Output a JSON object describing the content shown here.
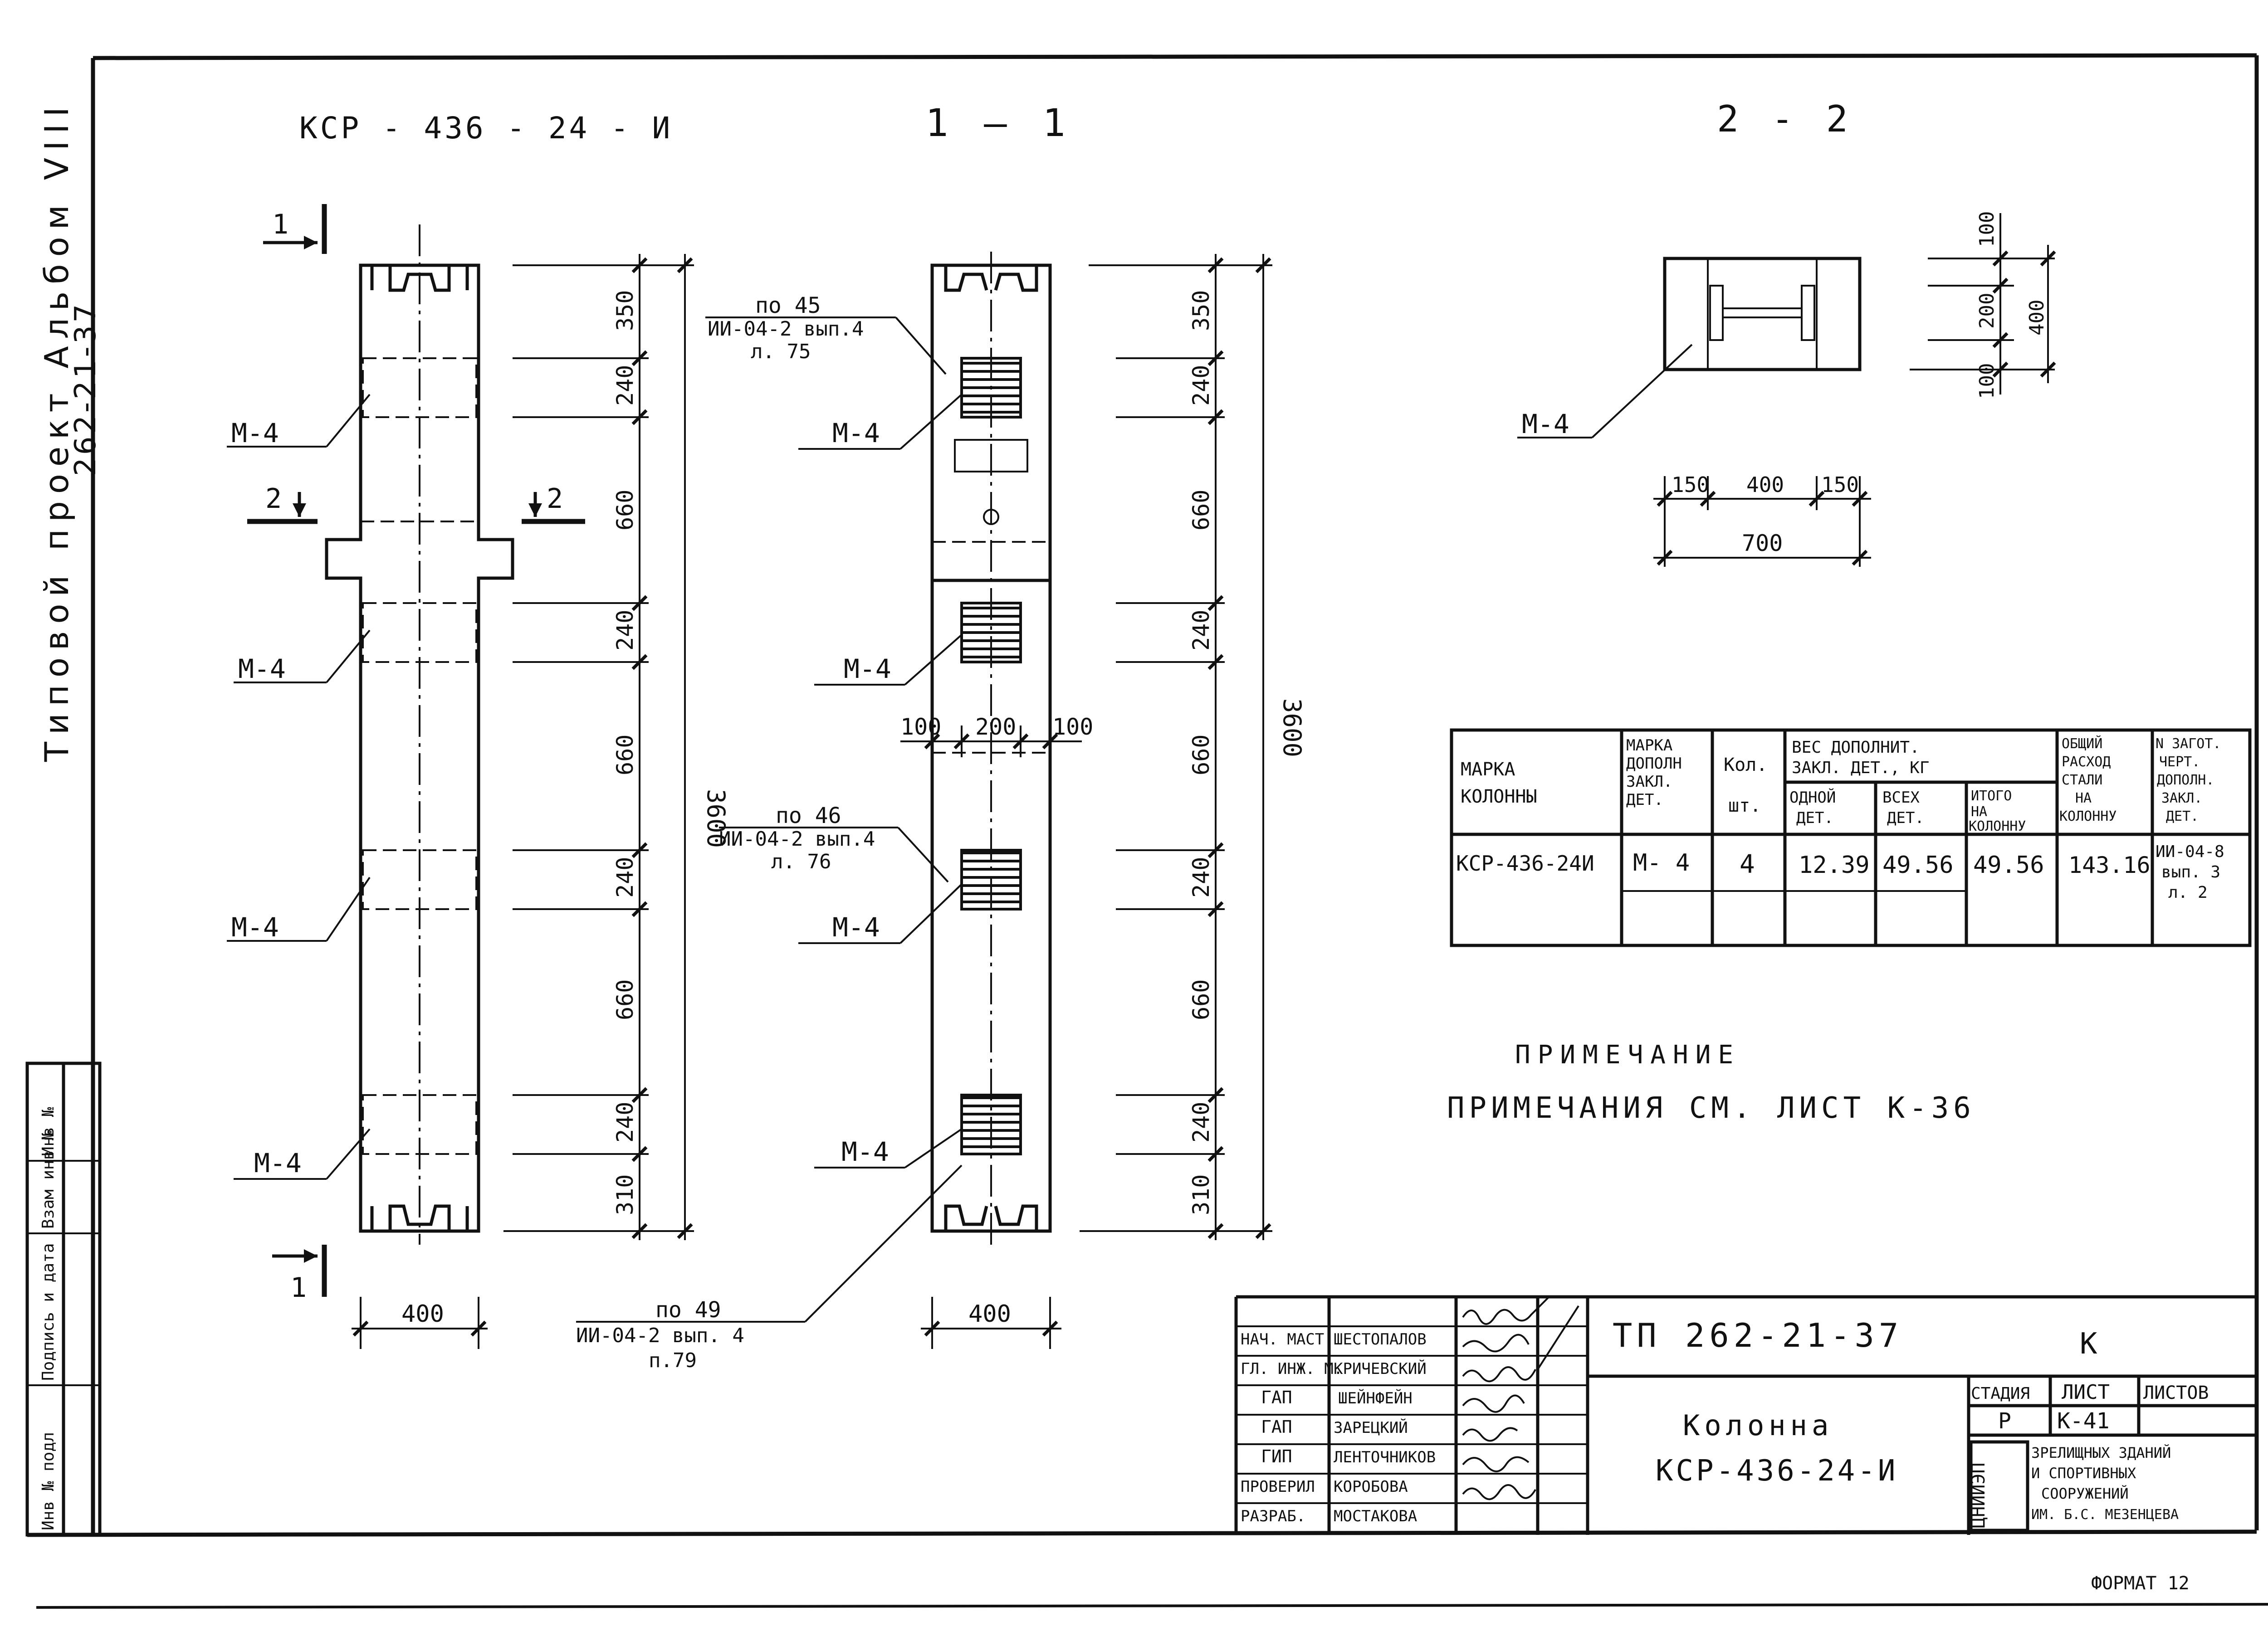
{
  "sheet": {
    "drawing_mark": "КСР - 436 - 24 - И",
    "section_1": "1 — 1",
    "section_2": "2 - 2",
    "section_mark_1": "1",
    "section_mark_2": "2",
    "width_400": "400",
    "format": "ФОРМАТ 12"
  },
  "side_stamp": {
    "line1": "Типовой проект Альбом VIII",
    "line2": "262-21-37"
  },
  "left_strip": [
    "Инв № подл",
    "Подпись и дата",
    "Взам инв №",
    "Инв №"
  ],
  "labels": {
    "m4": "М-4",
    "ref_45_a": "по 45",
    "ref_45_b": "ИИ-04-2  вып.4",
    "ref_45_c": "л. 75",
    "ref_46_a": "по 46",
    "ref_46_b": "ИИ-04-2  вып.4",
    "ref_46_c": "л. 76",
    "ref_49_a": "по 49",
    "ref_49_b": "ИИ-04-2  вып. 4",
    "ref_49_c": "п.79"
  },
  "dims": {
    "segments": [
      "350",
      "240",
      "660",
      "240",
      "660",
      "240",
      "660",
      "240",
      "310"
    ],
    "total": "3600",
    "width_parts": [
      "100",
      "200",
      "100"
    ],
    "sec2_parts": [
      "150",
      "400",
      "150"
    ],
    "sec2_total": "700",
    "sec2_vertical": [
      "100",
      "200",
      "400",
      "100"
    ]
  },
  "table": {
    "h_mark": "МАРКА КОЛОННЫ",
    "h_addmark": "МАРКА ДОПОЛН ЗАКЛ. ДЕТ.",
    "h_qty": "Кол.",
    "h_qty_unit": "шт.",
    "h_weight": "ВЕС ДОПОЛНИТ. ЗАКЛ. ДЕТ., КГ",
    "h_one": "ОДНОЙ ДЕТ.",
    "h_all": "ВСЕХ ДЕТ.",
    "h_total": "ИТОГО НА КОЛОННУ",
    "h_steel": "ОБЩИЙ РАСХОД СТАЛИ НА КОЛОННУ",
    "h_draw": "N ЗАГОТ. ЧЕРТ. ДОПОЛН. ЗАКЛ. ДЕТ.",
    "rows": [
      {
        "mark": "КСР-436-24И",
        "addmark": "М- 4",
        "qty": "4",
        "one": "12.39",
        "all": "49.56",
        "total": "49.56",
        "steel": "143.16",
        "draw": "ИИ-04-8 вып. 3 л. 2"
      }
    ]
  },
  "note": {
    "title": "ПРИМЕЧАНИЕ",
    "text": "ПРИМЕЧАНИЯ СМ. ЛИСТ К-36"
  },
  "title_block": {
    "roles": [
      "НАЧ. МАСТ",
      "ГЛ. ИНЖ. М.",
      "ГАП",
      "ГАП",
      "ГИП",
      "ПРОВЕРИЛ",
      "РАЗРАБ."
    ],
    "names": [
      "ШЕСТОПАЛОВ",
      "КРИЧЕВСКИЙ",
      "ШЕЙНФЕЙН",
      "ЗАРЕЦКИЙ",
      "ЛЕНТОЧНИКОВ",
      "КОРОБОВА",
      "МОСТАКОВА"
    ],
    "project": "ТП  262-21-37",
    "letter": "К",
    "object_a": "Колонна",
    "object_b": "КСР-436-24-И",
    "stage_h": "СТАДИЯ",
    "sheet_h": "ЛИСТ",
    "sheets_h": "ЛИСТОВ",
    "stage": "Р",
    "sheet": "К-41",
    "org_logo": "ЦНИИЭП",
    "org": [
      "ЗРЕЛИЩНЫХ ЗДАНИЙ",
      "И СПОРТИВНЫХ",
      "СООРУЖЕНИЙ",
      "ИМ. Б.С. МЕЗЕНЦЕВА"
    ]
  }
}
